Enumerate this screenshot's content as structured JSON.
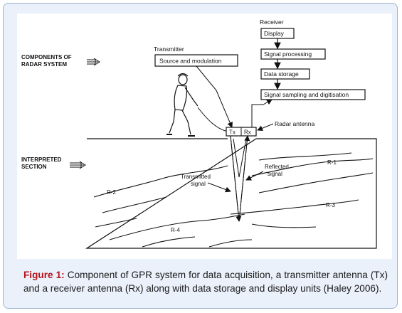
{
  "diagram": {
    "components_label_line1": "COMPONENTS OF",
    "components_label_line2": "RADAR SYSTEM",
    "interpreted_label_line1": "INTERPRETED",
    "interpreted_label_line2": "SECTION",
    "transmitter": {
      "title": "Transmitter",
      "box": "Source and modulation"
    },
    "receiver": {
      "title": "Receiver",
      "boxes": [
        "Display",
        "Signal processing",
        "Data storage",
        "Signal sampling and digitisation"
      ]
    },
    "antenna": {
      "tx": "Tx",
      "rx": "Rx",
      "label": "Radar antenna"
    },
    "signals": {
      "transmitted_line1": "Transmitted",
      "transmitted_line2": "signal",
      "reflected_line1": "Reflected",
      "reflected_line2": "signal"
    },
    "reflectors": [
      "R-1",
      "R-2",
      "R-3",
      "R-4"
    ]
  },
  "caption": {
    "label": "Figure 1:",
    "text": " Component of GPR system for data acquisition, a transmitter antenna (Tx) and a receiver antenna (Rx) along with data storage and display units (Haley 2006)."
  }
}
